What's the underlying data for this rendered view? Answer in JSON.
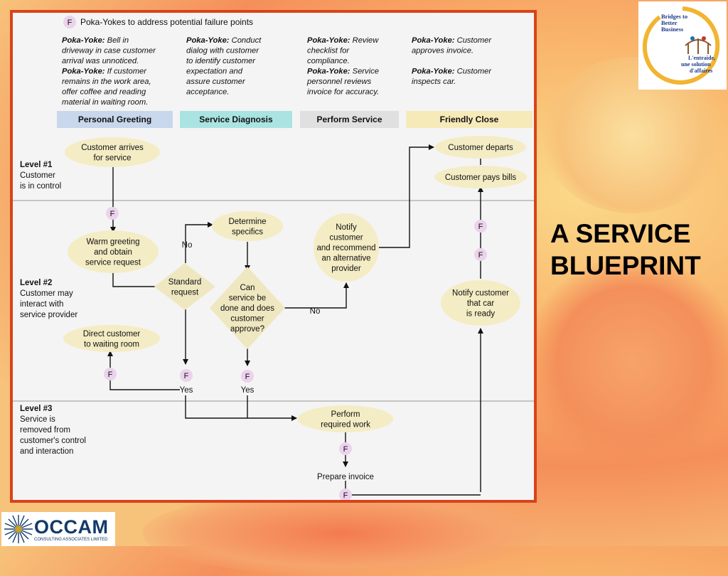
{
  "slide_title_line1": "A SERVICE",
  "slide_title_line2": "BLUEPRINT",
  "poka_header": "Poka-Yokes to address potential failure points",
  "f_marker": "F",
  "poka_label": "Poka-Yoke:",
  "poka_columns": [
    {
      "items": [
        {
          "label": "Poka-Yoke:",
          "lines": [
            " Bell in",
            "driveway in case customer",
            "arrival was unnoticed."
          ]
        },
        {
          "label": "Poka-Yoke:",
          "lines": [
            " If customer",
            "remains in the work area,",
            "offer coffee and reading",
            "material in waiting room."
          ]
        }
      ]
    },
    {
      "items": [
        {
          "label": "Poka-Yoke:",
          "lines": [
            " Conduct",
            "dialog with customer",
            "to identify customer",
            "expectation and",
            "assure customer",
            "acceptance."
          ]
        }
      ]
    },
    {
      "items": [
        {
          "label": "Poka-Yoke:",
          "lines": [
            " Review",
            "checklist for",
            "compliance."
          ]
        },
        {
          "label": "Poka-Yoke:",
          "lines": [
            " Service",
            "personnel reviews",
            "invoice for accuracy."
          ]
        }
      ]
    },
    {
      "items": [
        {
          "label": "Poka-Yoke:",
          "lines": [
            " Customer",
            "approves invoice."
          ]
        },
        {
          "label": "Poka-Yoke:",
          "lines": [
            " Customer",
            "inspects car."
          ]
        }
      ]
    }
  ],
  "phases": [
    "Personal Greeting",
    "Service Diagnosis",
    "Perform Service",
    "Friendly Close"
  ],
  "colors": {
    "frame": "#d8431a",
    "phase1": "#c8d7ec",
    "phase2": "#a9e4e2",
    "phase3": "#e0e0e0",
    "phase4": "#f7eab9",
    "ellipse": "#f4ecc4",
    "diamond": "#efe7c0",
    "fcircle": "#ecd3ec"
  },
  "levels": [
    {
      "title": "Level #1",
      "lines": [
        "Customer",
        "is in control"
      ]
    },
    {
      "title": "Level #2",
      "lines": [
        "Customer may",
        "interact with",
        "service provider"
      ]
    },
    {
      "title": "Level #3",
      "lines": [
        "Service is",
        "removed from",
        "customer's control",
        "and interaction"
      ]
    }
  ],
  "nodes": {
    "arrives": [
      "Customer arrives",
      "for service"
    ],
    "greeting": [
      "Warm greeting",
      "and obtain",
      "service request"
    ],
    "standard": [
      "Standard",
      "request"
    ],
    "determine": [
      "Determine",
      "specifics"
    ],
    "can_service": [
      "Can",
      "service be",
      "done and does",
      "customer",
      "approve?"
    ],
    "notify_alt": [
      "Notify",
      "customer",
      "and recommend",
      "an alternative",
      "provider"
    ],
    "direct": [
      "Direct customer",
      "to waiting room"
    ],
    "departs": [
      "Customer departs"
    ],
    "pays": [
      "Customer pays bills"
    ],
    "notify_ready": [
      "Notify customer",
      "that car",
      "is ready"
    ],
    "perform": [
      "Perform",
      "required work"
    ],
    "invoice": [
      "Prepare invoice"
    ]
  },
  "edge_labels": {
    "no1": "No",
    "no2": "No",
    "yes1": "Yes",
    "yes2": "Yes"
  },
  "logo": {
    "bbb_lines": [
      "Bridges to",
      "Better",
      "Business"
    ],
    "bbb_fr": [
      "L'entraide,",
      "une solution",
      "d'affaires"
    ],
    "occam": "OCCAM",
    "occam_sub": "CONSULTING ASSOCIATES LIMITED"
  }
}
